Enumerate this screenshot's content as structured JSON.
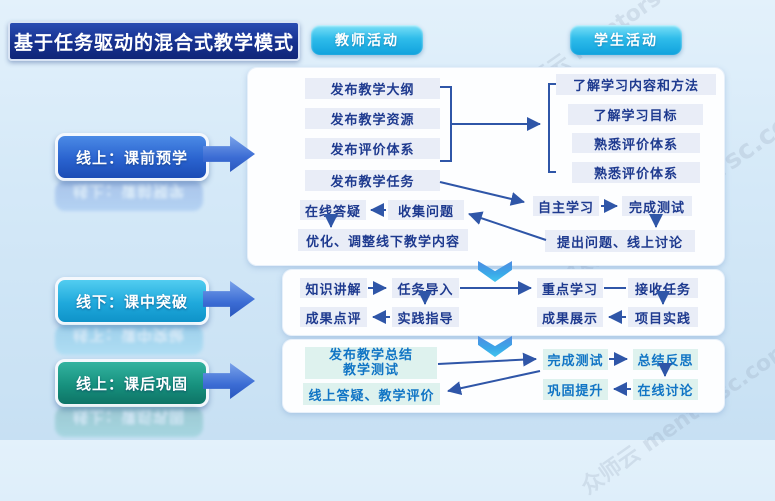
{
  "title": "基于任务驱动的混合式教学模式",
  "legend": {
    "teacher": "教师活动",
    "student": "学生活动"
  },
  "phases": [
    {
      "label": "线上：课前预学"
    },
    {
      "label": "线下：课中突破"
    },
    {
      "label": "线上：课后巩固"
    }
  ],
  "section1": {
    "teacher": {
      "publish_syllabus": "发布教学大纲",
      "publish_resources": "发布教学资源",
      "publish_evaluation": "发布评价体系",
      "publish_tasks": "发布教学任务",
      "online_qa": "在线答疑",
      "collect_questions": "收集问题",
      "optimize": "优化、调整线下教学内容"
    },
    "student": {
      "understand_content": "了解学习内容和方法",
      "understand_goals": "了解学习目标",
      "familiar_evaluation_1": "熟悉评价体系",
      "familiar_evaluation_2": "熟悉评价体系",
      "self_study": "自主学习",
      "complete_test": "完成测试",
      "raise_questions": "提出问题、线上讨论"
    }
  },
  "section2": {
    "teacher": {
      "knowledge_explain": "知识讲解",
      "task_intro": "任务导入",
      "result_review": "成果点评",
      "practice_guide": "实践指导"
    },
    "student": {
      "key_learning": "重点学习",
      "receive_task": "接收任务",
      "result_show": "成果展示",
      "project_practice": "项目实践"
    }
  },
  "section3": {
    "teacher": {
      "publish_summary_line1": "发布教学总结",
      "publish_summary_line2": "教学测试",
      "online_qa_evaluation": "线上答疑、教学评价"
    },
    "student": {
      "complete_test": "完成测试",
      "summary_reflect": "总结反思",
      "consolidate": "巩固提升",
      "online_discuss": "在线讨论"
    }
  },
  "watermark": {
    "text": "众师云 mentorsc.com"
  },
  "colors": {
    "title_bg": "#16318e",
    "pill_cyan": "#2fbcea",
    "banner_blue": "#2a63cf",
    "banner_cyan": "#1fa9dc",
    "banner_teal": "#17917e",
    "node_bg": "#e9edf7",
    "node_text": "#1e3a8f",
    "node3_bg": "#def2ee",
    "node3_text": "#1175c5",
    "connector": "#2f56a8"
  }
}
